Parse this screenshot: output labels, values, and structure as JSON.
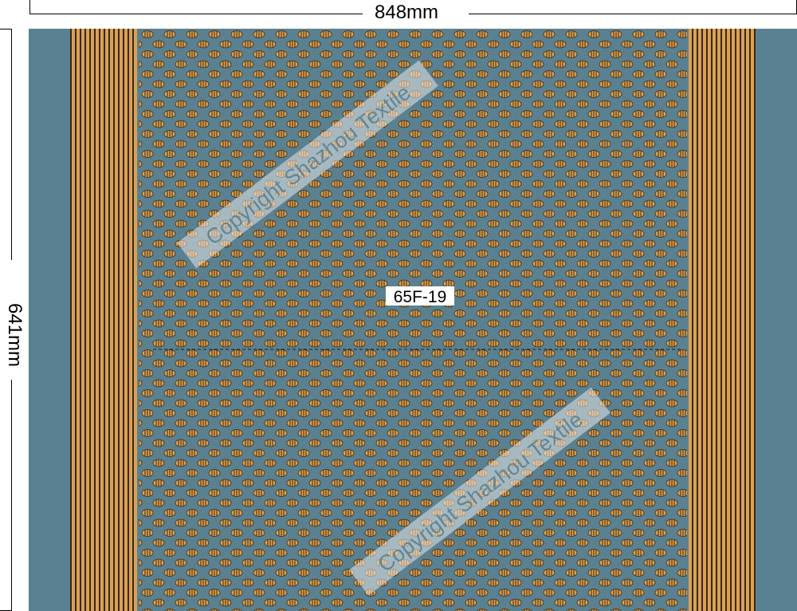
{
  "dimensions": {
    "width_label": "848mm",
    "height_label": "641mm"
  },
  "design": {
    "code": "65F-19",
    "watermark_text": "Copyright Shazhou Textile"
  },
  "colors": {
    "background": "#5a8191",
    "stripe_light": "#d9a155",
    "stripe_dark": "#3b2810",
    "motif_fill": "#d9a155",
    "motif_stroke": "#3b2810",
    "watermark_fill": "#e8e8e8"
  }
}
